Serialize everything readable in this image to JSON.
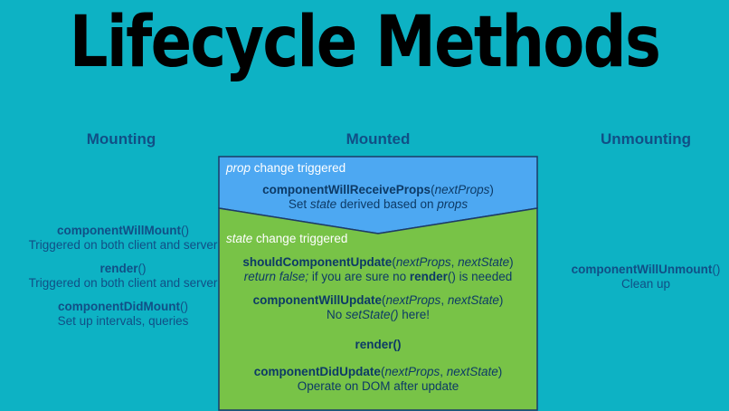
{
  "title": "Lifecycle Methods",
  "columns": {
    "mounting": "Mounting",
    "mounted": "Mounted",
    "unmounting": "Unmounting"
  },
  "mounting": [
    {
      "method": "componentWillMount",
      "args": "()",
      "desc": "Triggered on both client and server"
    },
    {
      "method": "render",
      "args": "()",
      "desc": "Triggered on both client and server"
    },
    {
      "method": "componentDidMount",
      "args": "()",
      "desc": "Set up intervals, queries"
    }
  ],
  "unmounting": {
    "method": "componentWillUnmount",
    "args": "()",
    "desc": "Clean up"
  },
  "prop_box": {
    "trigger_em": "prop",
    "trigger_rest": " change triggered",
    "method": "componentWillReceiveProps",
    "args_open": "(",
    "args_em": "nextProps",
    "args_close": ")",
    "desc_pre": "Set ",
    "desc_em1": "state",
    "desc_mid": " derived based on ",
    "desc_em2": "props"
  },
  "state_box": {
    "trigger_em": "state",
    "trigger_rest": " change triggered",
    "scu_method": "shouldComponentUpdate",
    "scu_args_open": "(",
    "scu_args_em1": "nextProps",
    "scu_args_sep": ", ",
    "scu_args_em2": "nextState",
    "scu_args_close": ")",
    "scu_desc_em": "return false;",
    "scu_desc_mid": " if you are sure no ",
    "scu_desc_b": "render",
    "scu_desc_end": "() is needed",
    "cwu_method": "componentWillUpdate",
    "cwu_args_open": "(",
    "cwu_args_em1": "nextProps",
    "cwu_args_sep": ", ",
    "cwu_args_em2": "nextState",
    "cwu_args_close": ")",
    "cwu_desc_pre": "No ",
    "cwu_desc_em": "setState()",
    "cwu_desc_end": " here!",
    "render": "render()",
    "cdu_method": "componentDidUpdate",
    "cdu_args_open": "(",
    "cdu_args_em1": "nextProps",
    "cdu_args_sep": ", ",
    "cdu_args_em2": "nextState",
    "cdu_args_close": ")",
    "cdu_desc": "Operate on DOM after update"
  },
  "colors": {
    "background": "#0db2c4",
    "prop_box": "#4da8f2",
    "state_box": "#78c347",
    "heading": "#114f86"
  }
}
